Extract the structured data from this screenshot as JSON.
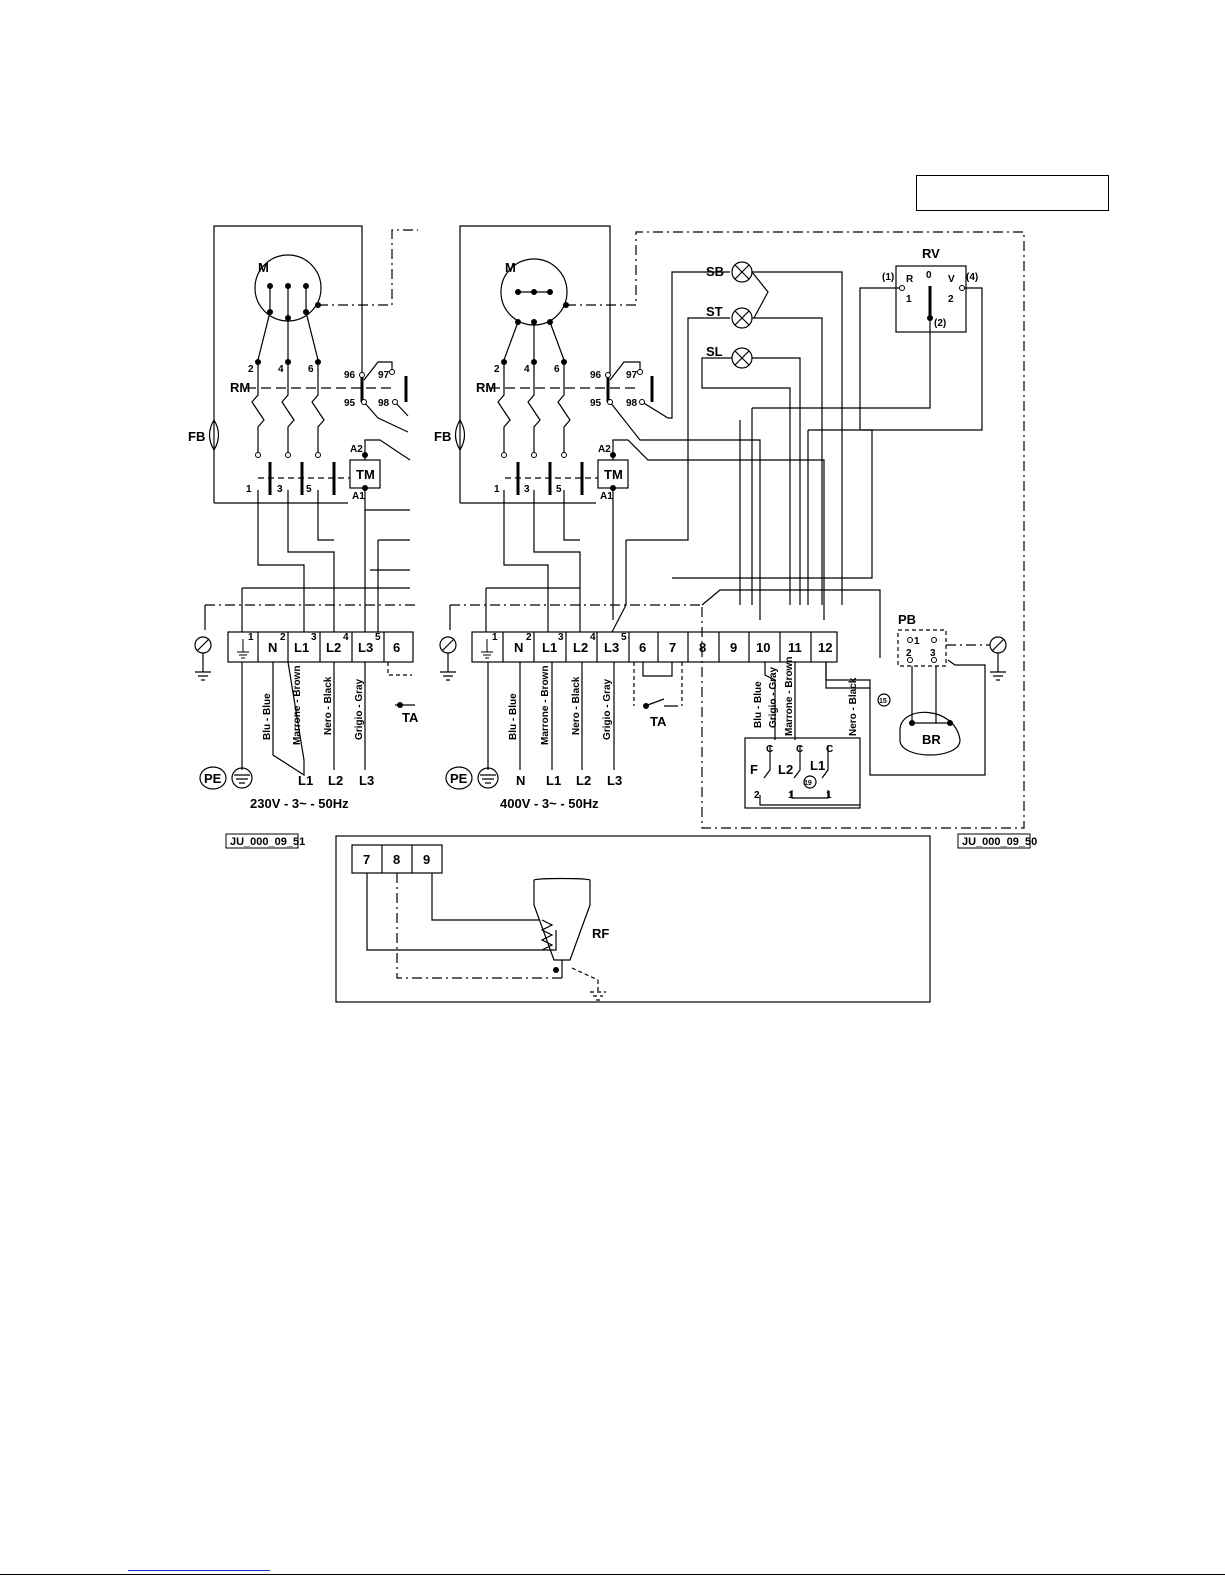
{
  "diagram": {
    "left": {
      "motor": "M",
      "relay": "RM",
      "fan_brake": "FB",
      "thermal": "TM",
      "terminals": [
        "1",
        "N",
        "L1",
        "L2",
        "L3",
        "6"
      ],
      "terminal_superscripts": [
        "1",
        "2",
        "3",
        "4",
        "5"
      ],
      "contact_numbers": [
        "2",
        "4",
        "6",
        "96",
        "97",
        "95",
        "98",
        "A2",
        "A1",
        "1",
        "3",
        "5"
      ],
      "wires": [
        "Blu - Blue",
        "Marrone - Brown",
        "Nero - Black",
        "Grigio - Gray"
      ],
      "supply_labels": [
        "PE",
        "L1",
        "L2",
        "L3"
      ],
      "supply": "230V - 3~ - 50Hz",
      "ta": "TA",
      "code": "JU_000_09_51"
    },
    "right": {
      "motor": "M",
      "relay": "RM",
      "fan_brake": "FB",
      "thermal": "TM",
      "lamps": [
        "SB",
        "ST",
        "SL"
      ],
      "selector": "RV",
      "selector_labels": [
        "R",
        "0",
        "V",
        "1",
        "2",
        "(1)",
        "(2)",
        "(4)"
      ],
      "terminals": [
        "1",
        "N",
        "L1",
        "L2",
        "L3",
        "6",
        "7",
        "8",
        "9",
        "10",
        "11",
        "12"
      ],
      "terminal_superscripts": [
        "1",
        "2",
        "3",
        "4",
        "5"
      ],
      "contact_numbers": [
        "2",
        "4",
        "6",
        "96",
        "97",
        "95",
        "98",
        "A2",
        "A1",
        "1",
        "3",
        "5"
      ],
      "wires": [
        "Blu - Blue",
        "Marrone - Brown",
        "Nero - Black",
        "Grigio - Gray"
      ],
      "f_wires": [
        "Blu - Blue",
        "Grigio - Gray",
        "Marrone - Brown",
        "Nero - Black"
      ],
      "supply_labels": [
        "PE",
        "N",
        "L1",
        "L2",
        "L3"
      ],
      "supply": "400V - 3~ - 50Hz",
      "ta": "TA",
      "pb": "PB",
      "pb_pins": [
        "1",
        "2",
        "3"
      ],
      "br": "BR",
      "f_block": {
        "f": "F",
        "l2": "L2",
        "l1": "L1",
        "c": "C",
        "n1": "1",
        "n2": "2",
        "mark": "19"
      },
      "mark15": "15",
      "code": "JU_000_09_50"
    },
    "inset": {
      "terminals": [
        "7",
        "8",
        "9"
      ],
      "rf": "RF"
    }
  }
}
